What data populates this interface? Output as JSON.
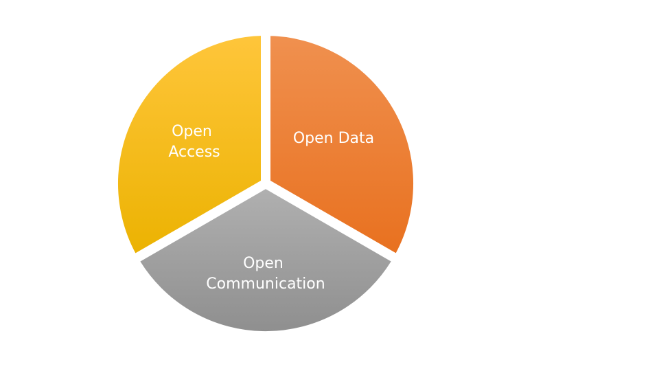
{
  "diagram": {
    "type": "three-part-segmented-circle",
    "segments": [
      {
        "id": "open-data",
        "lines": [
          "Open Data"
        ],
        "color_top": "#F09150",
        "color_bottom": "#E8701E"
      },
      {
        "id": "open-communication",
        "lines": [
          "Open",
          "Communication"
        ],
        "color_top": "#B1B1B1",
        "color_bottom": "#8E8E8E"
      },
      {
        "id": "open-access",
        "lines": [
          "Open",
          "Access"
        ],
        "color_top": "#FFC63C",
        "color_bottom": "#EBB200"
      }
    ],
    "gap_color": "#FFFFFF"
  }
}
